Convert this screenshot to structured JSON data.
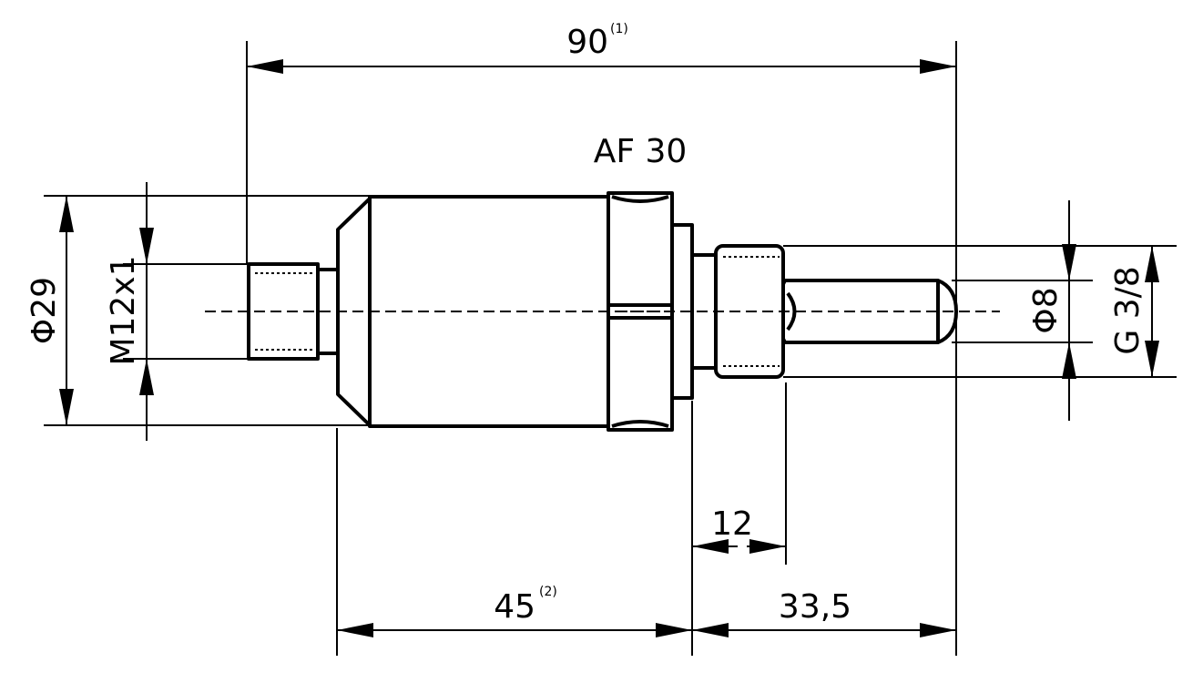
{
  "dimensions": {
    "overall_length": {
      "value": "90",
      "note": "(1)"
    },
    "wrench_size": "AF 30",
    "housing_diameter": "Φ29",
    "connector_thread": "M12x1",
    "probe_diameter": "Φ8",
    "process_thread": "G 3/8",
    "thread_length": "12",
    "body_length": {
      "value": "45",
      "note": "(2)"
    },
    "probe_length": "33,5"
  },
  "colors": {
    "line": "#000000",
    "background": "#ffffff"
  }
}
